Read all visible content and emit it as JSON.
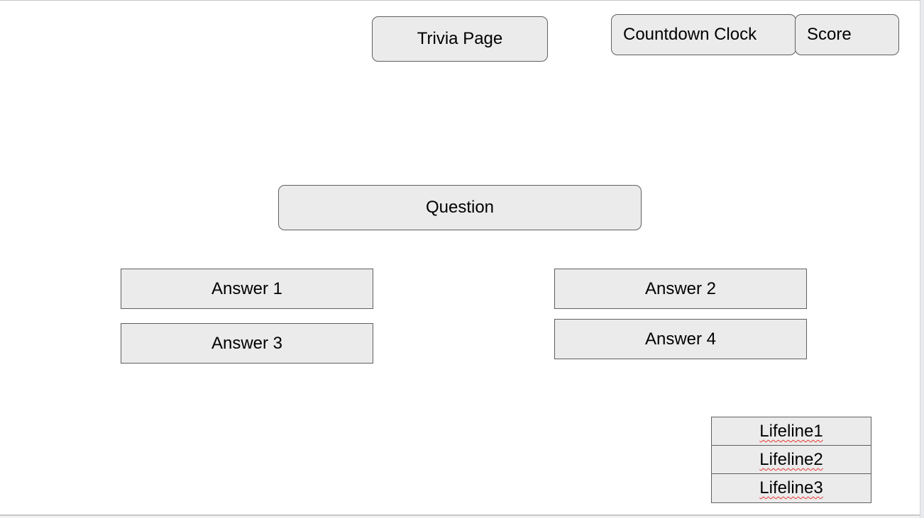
{
  "header": {
    "title": "Trivia Page",
    "countdown_label": "Countdown Clock",
    "score_label": "Score"
  },
  "question": {
    "label": "Question"
  },
  "answers": [
    {
      "label": "Answer 1"
    },
    {
      "label": "Answer 2"
    },
    {
      "label": "Answer 3"
    },
    {
      "label": "Answer 4"
    }
  ],
  "lifelines": [
    {
      "label": "Lifeline1"
    },
    {
      "label": "Lifeline2"
    },
    {
      "label": "Lifeline3"
    }
  ],
  "colors": {
    "box_fill": "#ebebeb",
    "box_border": "#5f5f5f",
    "spellcheck_underline": "#e53935"
  }
}
